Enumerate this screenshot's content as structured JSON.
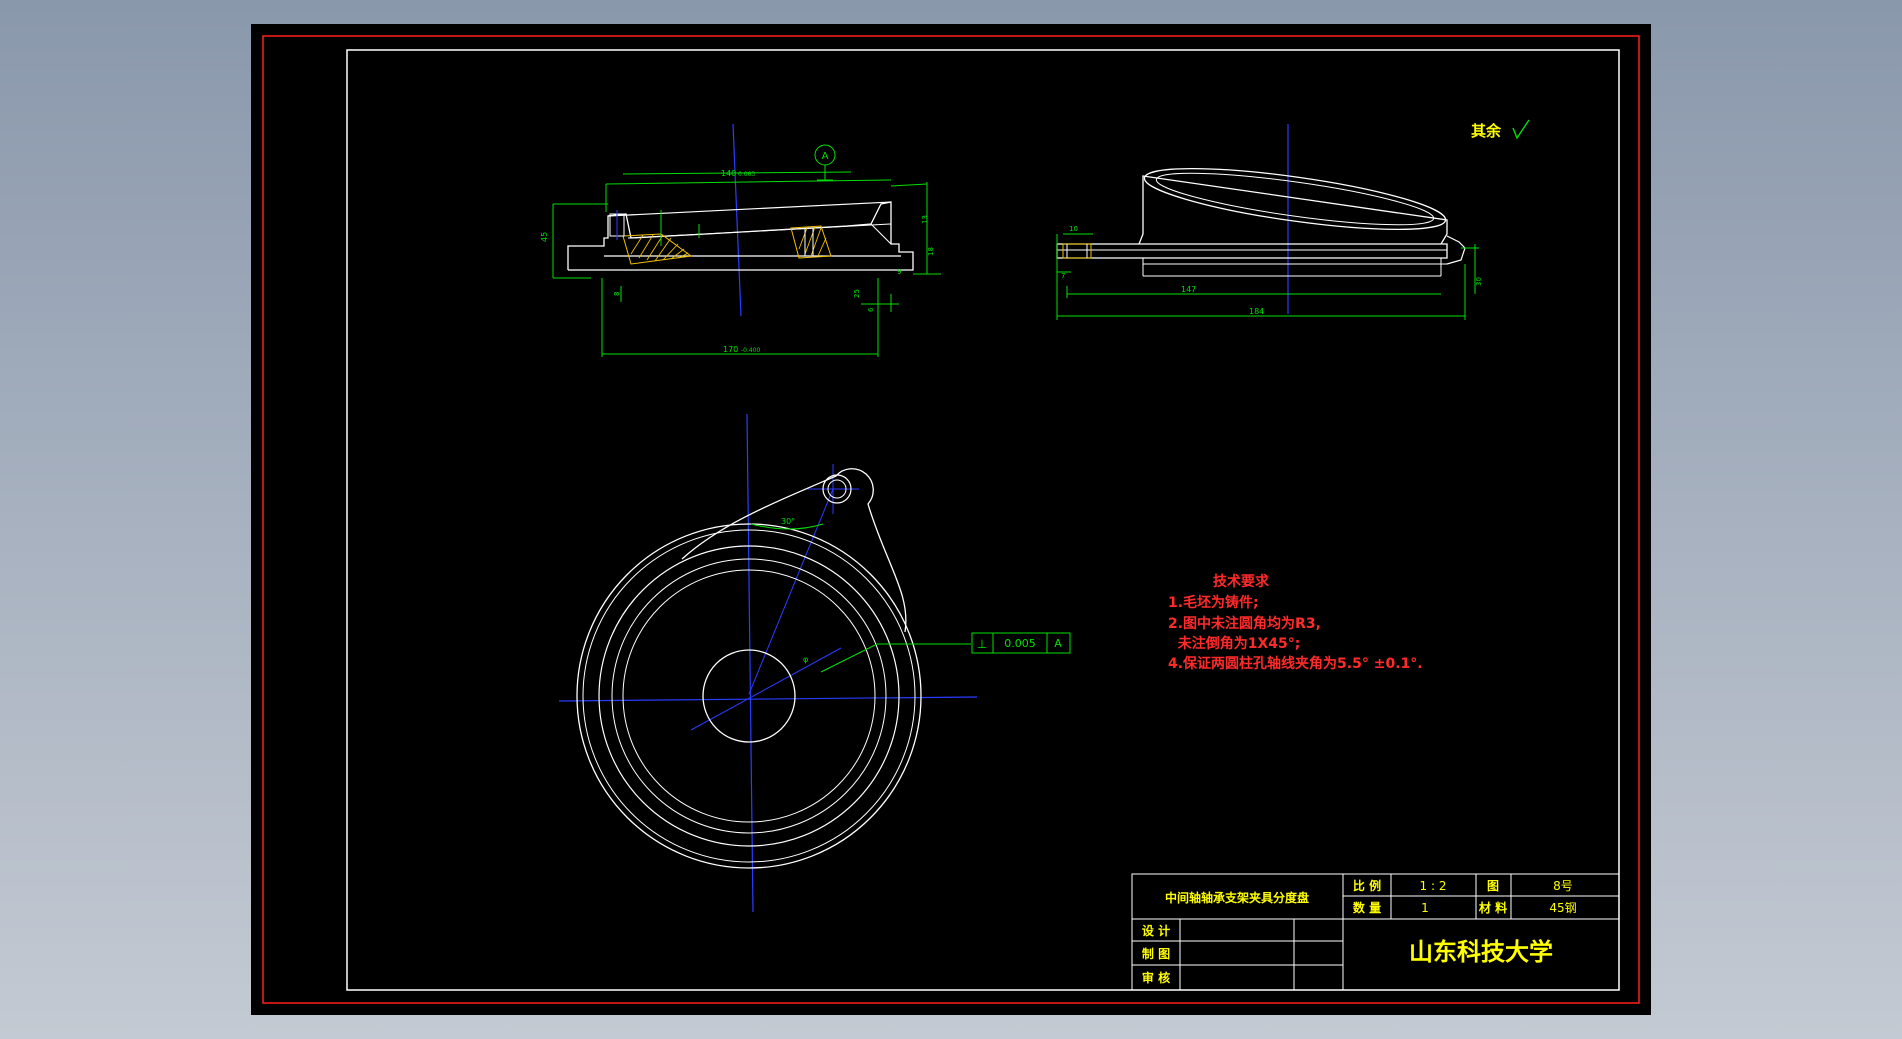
{
  "drawing": {
    "title": "中间轴轴承支架夹具分度盘",
    "school": "山东科技大学",
    "surface_note": "其余",
    "title_block": {
      "scale_label": "比 例",
      "scale_value": "1 : 2",
      "drawing_no_label": "图",
      "drawing_no_value": "8号",
      "quantity_label": "数 量",
      "quantity_value": "1",
      "material_label": "材 料",
      "material_value": "45钢",
      "design_label": "设 计",
      "draw_label": "制 图",
      "review_label": "审 核"
    },
    "tech_requirements": {
      "heading": "技术要求",
      "items": [
        "1.毛坯为铸件;",
        "2.图中未注圆角均为R3,",
        "  未注倒角为1X45°;",
        "4.保证两圆柱孔轴线夹角为5.5° ±0.1°."
      ]
    },
    "datum_label": "A",
    "tolerance_frame": {
      "symbol": "⊥",
      "value": "0.005",
      "datum": "A"
    },
    "dimensions": {
      "d140": "140",
      "d140_tol": "0.063",
      "d170": "170",
      "d170_tol": "-0.400",
      "d147": "147",
      "d184": "184",
      "d10": "10",
      "d7": "7",
      "d30": "30",
      "angle30": "30°",
      "d45": "45",
      "d13": "13",
      "d8": "8",
      "d18": "18",
      "d25": "25",
      "d6": "6",
      "d9": "9",
      "phi": "φ"
    },
    "colors": {
      "frame_red": "#ff1e1e",
      "line_white": "#ffffff",
      "dim_green": "#00e000",
      "center_blue": "#2a3cff",
      "text_yellow": "#ffff00",
      "note_red": "#ff2a2a"
    }
  }
}
